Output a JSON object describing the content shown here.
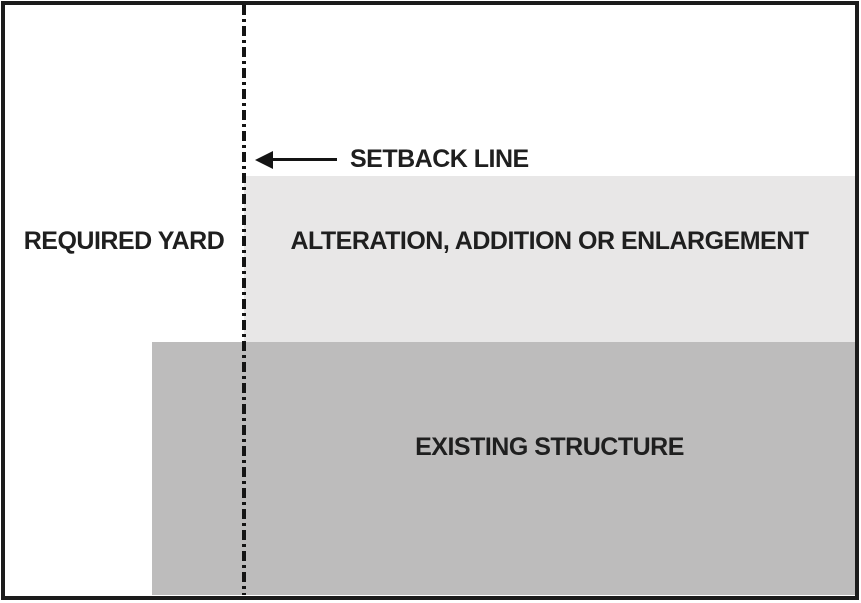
{
  "diagram": {
    "regions": {
      "required_yard": {
        "label": "REQUIRED YARD"
      },
      "alteration": {
        "label": "ALTERATION, ADDITION OR ENLARGEMENT",
        "fill": "#e8e7e7"
      },
      "existing_structure": {
        "label": "EXISTING STRUCTURE",
        "fill": "#bdbcbc"
      }
    },
    "annotations": {
      "setback": {
        "label": "SETBACK LINE",
        "arrow_direction": "left"
      }
    },
    "colors": {
      "background": "#ffffff",
      "frame_border": "#1b1b1b",
      "setback_line": "#141414",
      "label_text": "#1f1f1f"
    }
  }
}
